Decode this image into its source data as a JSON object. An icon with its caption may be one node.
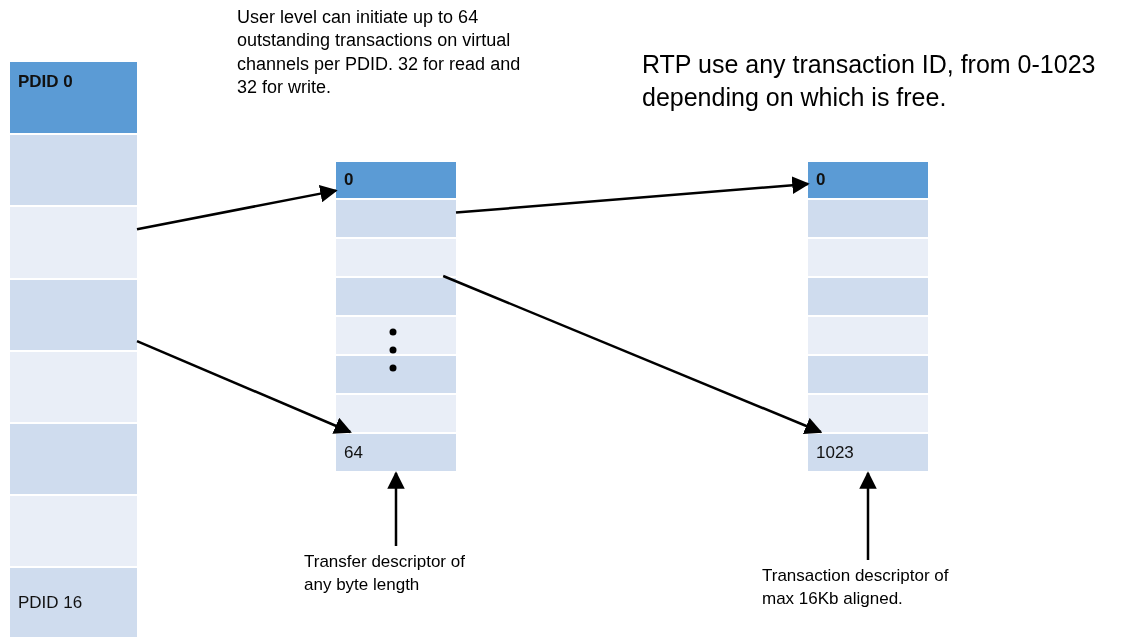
{
  "diagram": {
    "nodes": [
      {
        "text": [
          "PDID 0"
        ]
      },
      {
        "text": [],
        "shape": "box"
      },
      {
        "text": [],
        "shape": "box"
      },
      {
        "text": [],
        "shape": "box"
      },
      {
        "text": [],
        "shape": "box"
      },
      {
        "text": [],
        "shape": "box"
      },
      {
        "text": [],
        "shape": "box"
      },
      {
        "text": [
          "PDID 16"
        ]
      },
      {
        "text": [
          "0"
        ]
      },
      {
        "text": [],
        "shape": "box"
      },
      {
        "text": [],
        "shape": "box"
      },
      {
        "text": [],
        "shape": "box"
      },
      {
        "text": [],
        "shape": "box"
      },
      {
        "text": [],
        "shape": "box"
      },
      {
        "text": [],
        "shape": "box"
      },
      {
        "text": [
          "64"
        ]
      },
      {
        "text": [
          "0"
        ]
      },
      {
        "text": [],
        "shape": "box"
      },
      {
        "text": [],
        "shape": "box"
      },
      {
        "text": [],
        "shape": "box"
      },
      {
        "text": [],
        "shape": "box"
      },
      {
        "text": [],
        "shape": "box"
      },
      {
        "text": [],
        "shape": "box"
      },
      {
        "text": [
          "1023"
        ]
      },
      {
        "text": [
          "Transfer descriptor of any byte length"
        ]
      },
      {
        "text": [
          "Transaction descriptor of max 16Kb aligned."
        ]
      }
    ],
    "edges": [
      {
        "from": 2,
        "to": 8,
        "arrow": "to"
      },
      {
        "from": 3,
        "to": 15,
        "arrow": "to"
      },
      {
        "from": 9,
        "to": 16,
        "arrow": "to"
      },
      {
        "from": 10,
        "to": 23,
        "arrow": "to"
      },
      {
        "from": 24,
        "to": 15,
        "arrow": "to"
      },
      {
        "from": 25,
        "to": 23,
        "arrow": "to"
      }
    ],
    "labels": [
      "User level can initiate up to 64 outstanding transactions on virtual channels per PDID. 32 for read and 32 for write.",
      "RTP use any transaction ID, from 0-1023 depending on which is free."
    ]
  }
}
